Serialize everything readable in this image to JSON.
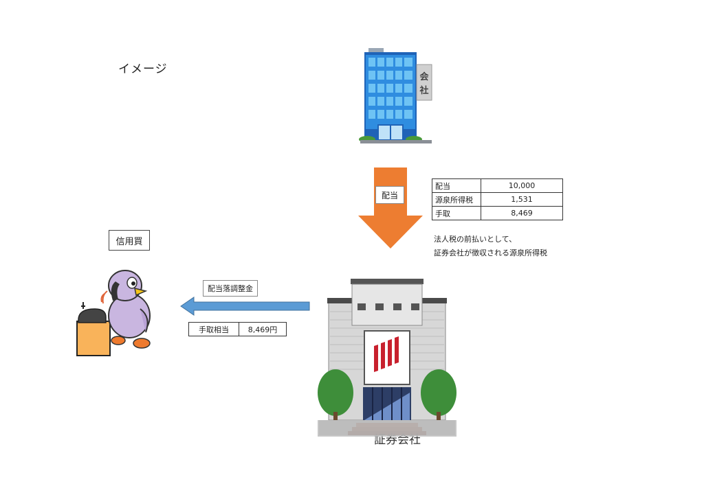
{
  "title": "イメージ",
  "company_sign": [
    "会",
    "社"
  ],
  "down_arrow_label": "配当",
  "dividend_table": [
    {
      "key": "配当",
      "value": "10,000"
    },
    {
      "key": "源泉所得税",
      "value": "1,531"
    },
    {
      "key": "手取",
      "value": "8,469"
    }
  ],
  "note_lines": [
    "法人税の前払いとして、",
    "証券会社が徴収される源泉所得税"
  ],
  "investor_label": "信用買",
  "left_arrow_label": "配当落調整金",
  "net_table": {
    "key": "手取相当",
    "value": "8,469円"
  },
  "securities_label": "証券会社",
  "colors": {
    "down_arrow": "#ED7D31",
    "left_arrow": "#5B9BD5"
  }
}
